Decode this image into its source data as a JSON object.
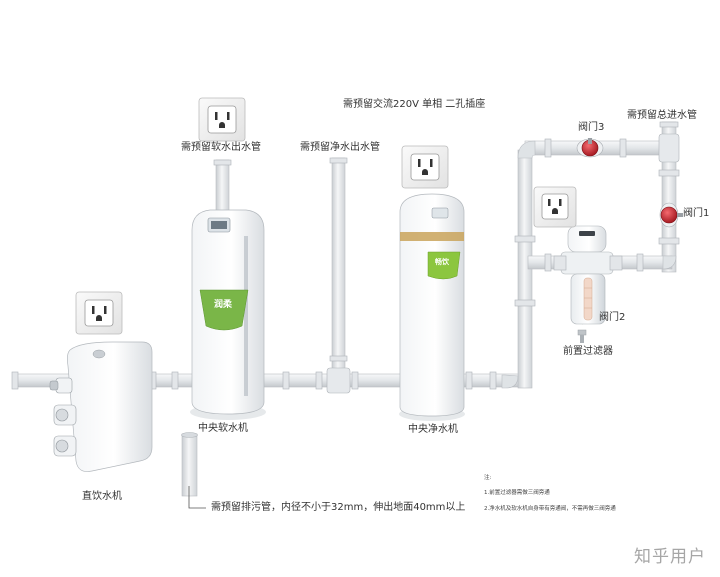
{
  "colors": {
    "pipe": "#e6e8ea",
    "pipe_edge": "#b9bdc2",
    "valve": "#c8202b",
    "softener_badge": "#7ab648",
    "purifier_badge": "#8cc63f",
    "gold_band": "#c9a35a"
  },
  "labels": {
    "power_note": "需预留交流220V 单相 二孔插座",
    "soft_outlet_pipe": "需预留软水出水管",
    "pure_outlet_pipe": "需预留净水出水管",
    "main_inlet_pipe": "需预留总进水管",
    "valve3": "阀门3",
    "valve1": "阀门1",
    "valve2": "阀门2",
    "prefilter": "前置过滤器",
    "softener": "中央软水机",
    "purifier": "中央净水机",
    "drinker": "直饮水机",
    "drain": "需预留排污管，内径不小于32mm，伸出地面40mm以上"
  },
  "notes": {
    "title": "注:",
    "line1": "1.前置过滤器需做三阀旁通",
    "line2": "2.净水机及软水机自身带有旁通阀，不需再做三阀旁通"
  },
  "devices": {
    "softener_badge_text": "润柔",
    "purifier_badge_text": "畅饮"
  },
  "icons": [
    "power-socket-icon",
    "valve-icon",
    "faucet-icon"
  ],
  "watermark": "知乎用户"
}
